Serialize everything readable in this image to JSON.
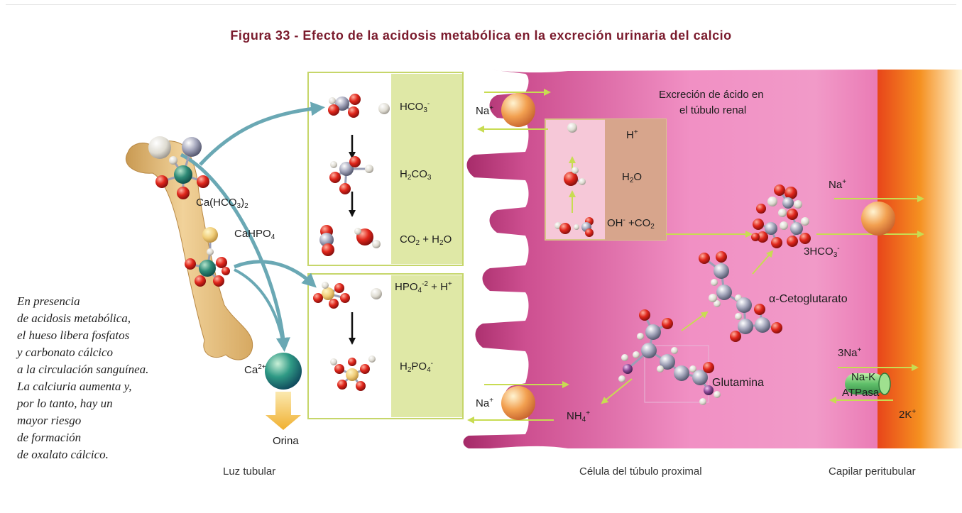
{
  "title": {
    "text": "Figura 33 - Efecto de la acidosis metabólica en la excreción urinaria del calcio"
  },
  "bone": {
    "label_cahco3": {
      "pre": "Ca(HCO",
      "sub1": "3",
      "mid": ")",
      "sub2": "2"
    },
    "label_cahpo4": {
      "pre": "CaHPO",
      "sub": "4"
    }
  },
  "box_top": {
    "hco3": {
      "pre": "HCO",
      "sub": "3",
      "sup": "-"
    },
    "h2co3": {
      "a": "H",
      "s1": "2",
      "b": "CO",
      "s2": "3"
    },
    "co2h2o": {
      "a": "CO",
      "s1": "2",
      "b": " + H",
      "s2": "2",
      "c": "O"
    }
  },
  "box_bottom": {
    "hpo4": {
      "a": "HPO",
      "s1": "4",
      "sup": "-2",
      "b": " + H",
      "sup2": "+"
    },
    "h2po4": {
      "a": "H",
      "s1": "2",
      "b": "PO",
      "s2": "4",
      "sup": "-"
    }
  },
  "calcium": {
    "pre": "Ca",
    "sup": "2+"
  },
  "orina": "Orina",
  "cell": {
    "excretion_line1": "Excreción de ácido en",
    "excretion_line2": "el túbulo renal",
    "na_top": {
      "pre": "Na",
      "sup": "+"
    },
    "na_bottom": {
      "pre": "Na",
      "sup": "+"
    },
    "inner_h": {
      "pre": "H",
      "sup": "+"
    },
    "inner_h2o": {
      "a": "H",
      "s1": "2",
      "b": "O"
    },
    "inner_oh": {
      "a": "OH",
      "sup": "-",
      "b": " +CO",
      "s1": "2"
    },
    "hco3_3": {
      "pre": "3HCO",
      "sub": "3",
      "sup": "-"
    },
    "ketoglutarate": "α-Cetoglutarato",
    "glutamine": "Glutamina",
    "nh4": {
      "pre": "NH",
      "sub": "4",
      "sup": "+"
    }
  },
  "capillary": {
    "na": {
      "pre": "Na",
      "sup": "+"
    },
    "na3": {
      "pre": "3Na",
      "sup": "+"
    },
    "pump_line1": "Na-K",
    "pump_line2": "ATPasa",
    "k2": {
      "pre": "2K",
      "sup": "+"
    }
  },
  "italic_text": [
    "En presencia",
    "de acidosis metabólica,",
    "el hueso libera fosfatos",
    "y carbonato cálcico",
    "a la circulación sanguínea.",
    "La calciuria aumenta y,",
    "por lo tanto, hay un",
    "mayor riesgo",
    "de formación",
    "de oxalato cálcico."
  ],
  "bottom_labels": {
    "luz": "Luz tubular",
    "celula": "Célula del túbulo proximal",
    "capilar": "Capilar peritubular"
  },
  "colors": {
    "title": "#7a1a2c",
    "box_border": "#c6d66a",
    "box_fill": "#dfe8a6",
    "arrow_teal": "#6aa8b4",
    "arrow_green": "#c8dc52",
    "capillary": "#ee5a1e",
    "cell_pink": "#e877b4"
  }
}
